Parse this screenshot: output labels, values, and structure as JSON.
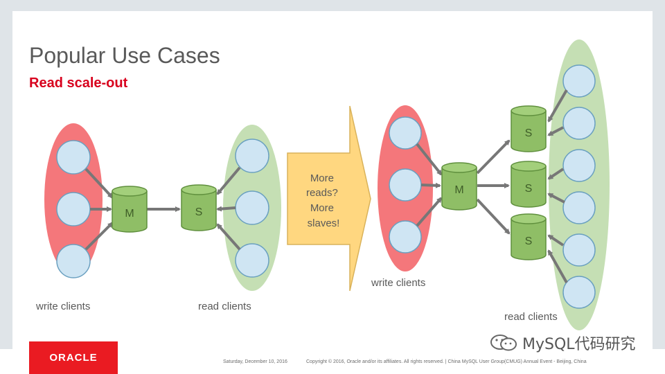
{
  "slide": {
    "title": "Popular Use Cases",
    "subtitle": "Read scale-out"
  },
  "left_topology": {
    "write_label": "write clients",
    "read_label": "read clients",
    "master_label": "M",
    "slave_label": "S"
  },
  "arrow_callout": {
    "lines": [
      "More",
      "reads?",
      "More",
      "slaves!"
    ]
  },
  "right_topology": {
    "write_label": "write clients",
    "read_label": "read clients",
    "master_label": "M",
    "slave_labels": [
      "S",
      "S",
      "S"
    ]
  },
  "footer": {
    "logo": "ORACLE",
    "date": "Saturday, December 10, 2016",
    "copyright": "Copyright © 2016, Oracle and/or its affiliates. All rights reserved.  |  China MySQL User Group(CMUG) Annual Event - Beijing, China"
  },
  "watermark": {
    "text": "MySQL代码研究",
    "icon": "wechat-icon"
  },
  "colors": {
    "write_ellipse": "#f4777b",
    "read_ellipse": "#c5dfb4",
    "client_fill": "#cfe5f3",
    "node_fill": "#8fbe66",
    "callout_fill": "#ffd780",
    "title": "#595959",
    "accent": "#d8001d",
    "brand": "#ea1b22"
  }
}
